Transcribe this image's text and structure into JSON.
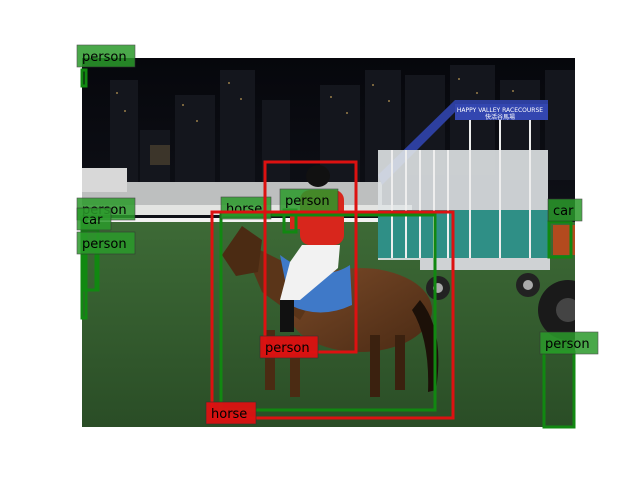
{
  "image_caption_text": {
    "racecourse_sign_top": "HAPPY VALLEY RACECOURSE",
    "racecourse_sign_bottom": "快活谷馬場"
  },
  "colors": {
    "prediction": "#dd1111",
    "ground_truth": "#118811",
    "label_pred_bg": "#dd1111",
    "label_gt_bg": "#2b9a2b"
  },
  "detections": [
    {
      "label": "person",
      "kind": "ground-truth"
    },
    {
      "label": "person",
      "kind": "ground-truth"
    },
    {
      "label": "car",
      "kind": "ground-truth"
    },
    {
      "label": "person",
      "kind": "ground-truth"
    },
    {
      "label": "horse",
      "kind": "ground-truth"
    },
    {
      "label": "person",
      "kind": "ground-truth"
    },
    {
      "label": "car",
      "kind": "ground-truth"
    },
    {
      "label": "person",
      "kind": "ground-truth"
    },
    {
      "label": "person",
      "kind": "prediction"
    },
    {
      "label": "horse",
      "kind": "prediction"
    }
  ]
}
